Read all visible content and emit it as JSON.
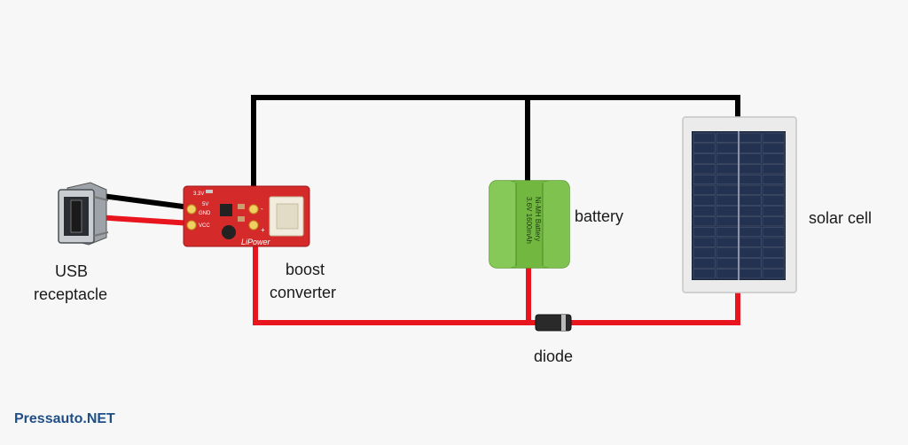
{
  "labels": {
    "usb_line1": "USB",
    "usb_line2": "receptacle",
    "boost_line1": "boost",
    "boost_line2": "converter",
    "battery": "battery",
    "solar": "solar cell",
    "diode": "diode"
  },
  "board": {
    "v33": "3.3V",
    "v5": "5V",
    "gnd": "GND",
    "vcc": "VCC",
    "brand": "LiPower",
    "minus": "-",
    "plus": "+"
  },
  "battery_print": {
    "line1": "Ni-MH Battery",
    "line2": "3.6V 1600mAh"
  },
  "watermark": "Pressauto.NET",
  "colors": {
    "wire_negative": "#000000",
    "wire_positive": "#e8141e",
    "board": "#d42a2a",
    "battery": "#7cc04a",
    "solar_frame": "#ebebeb",
    "solar_cells": "#1c2740",
    "watermark": "#1f4f86"
  }
}
